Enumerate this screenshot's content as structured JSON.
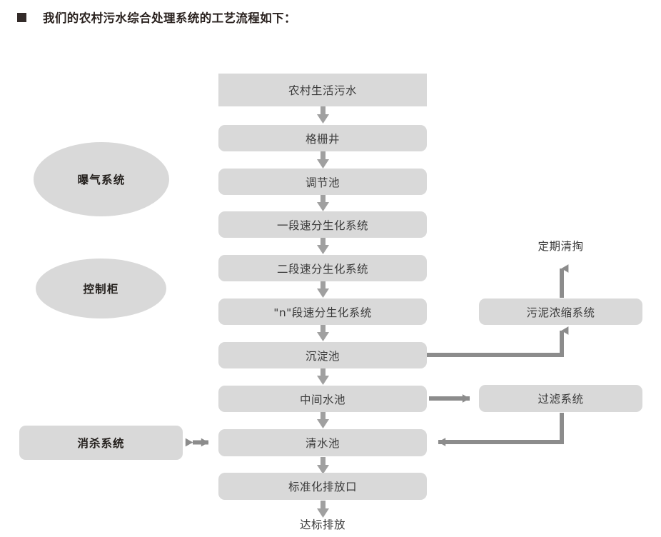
{
  "header": {
    "bullet": "square-bullet-icon",
    "title": "我们的农村污水综合处理系统的工艺流程如下："
  },
  "diagram": {
    "main_chain": [
      {
        "id": "inflow",
        "label": "农村生活污水",
        "shape": "rect-square"
      },
      {
        "id": "grid",
        "label": "格栅井",
        "shape": "rect-rounded"
      },
      {
        "id": "equalize",
        "label": "调节池",
        "shape": "rect-rounded"
      },
      {
        "id": "bio1",
        "label": "一段速分生化系统",
        "shape": "rect-rounded"
      },
      {
        "id": "bio2",
        "label": "二段速分生化系统",
        "shape": "rect-rounded"
      },
      {
        "id": "bion",
        "label": "\"n\"段速分生化系统",
        "shape": "rect-rounded"
      },
      {
        "id": "settle",
        "label": "沉淀池",
        "shape": "rect-rounded"
      },
      {
        "id": "midpool",
        "label": "中间水池",
        "shape": "rect-rounded"
      },
      {
        "id": "clear",
        "label": "清水池",
        "shape": "rect-rounded"
      },
      {
        "id": "outlet",
        "label": "标准化排放口",
        "shape": "rect-rounded"
      }
    ],
    "terminal_label": "达标排放",
    "left_nodes": [
      {
        "id": "aeration",
        "label": "曝气系统",
        "shape": "ellipse"
      },
      {
        "id": "cabinet",
        "label": "控制柜",
        "shape": "ellipse"
      },
      {
        "id": "disinfect",
        "label": "消杀系统",
        "shape": "rect-rounded"
      }
    ],
    "right_nodes": [
      {
        "id": "sludge",
        "label": "污泥浓缩系统",
        "shape": "rect-rounded"
      },
      {
        "id": "filter",
        "label": "过滤系统",
        "shape": "rect-rounded"
      }
    ],
    "right_terminal_label": "定期清掏",
    "colors": {
      "node_fill": "#d9d9d9",
      "connector": "#8c8c8c",
      "text": "#3a3a3a",
      "bold_text": "#231f1c",
      "bullet": "#332b29",
      "background": "#ffffff"
    }
  }
}
